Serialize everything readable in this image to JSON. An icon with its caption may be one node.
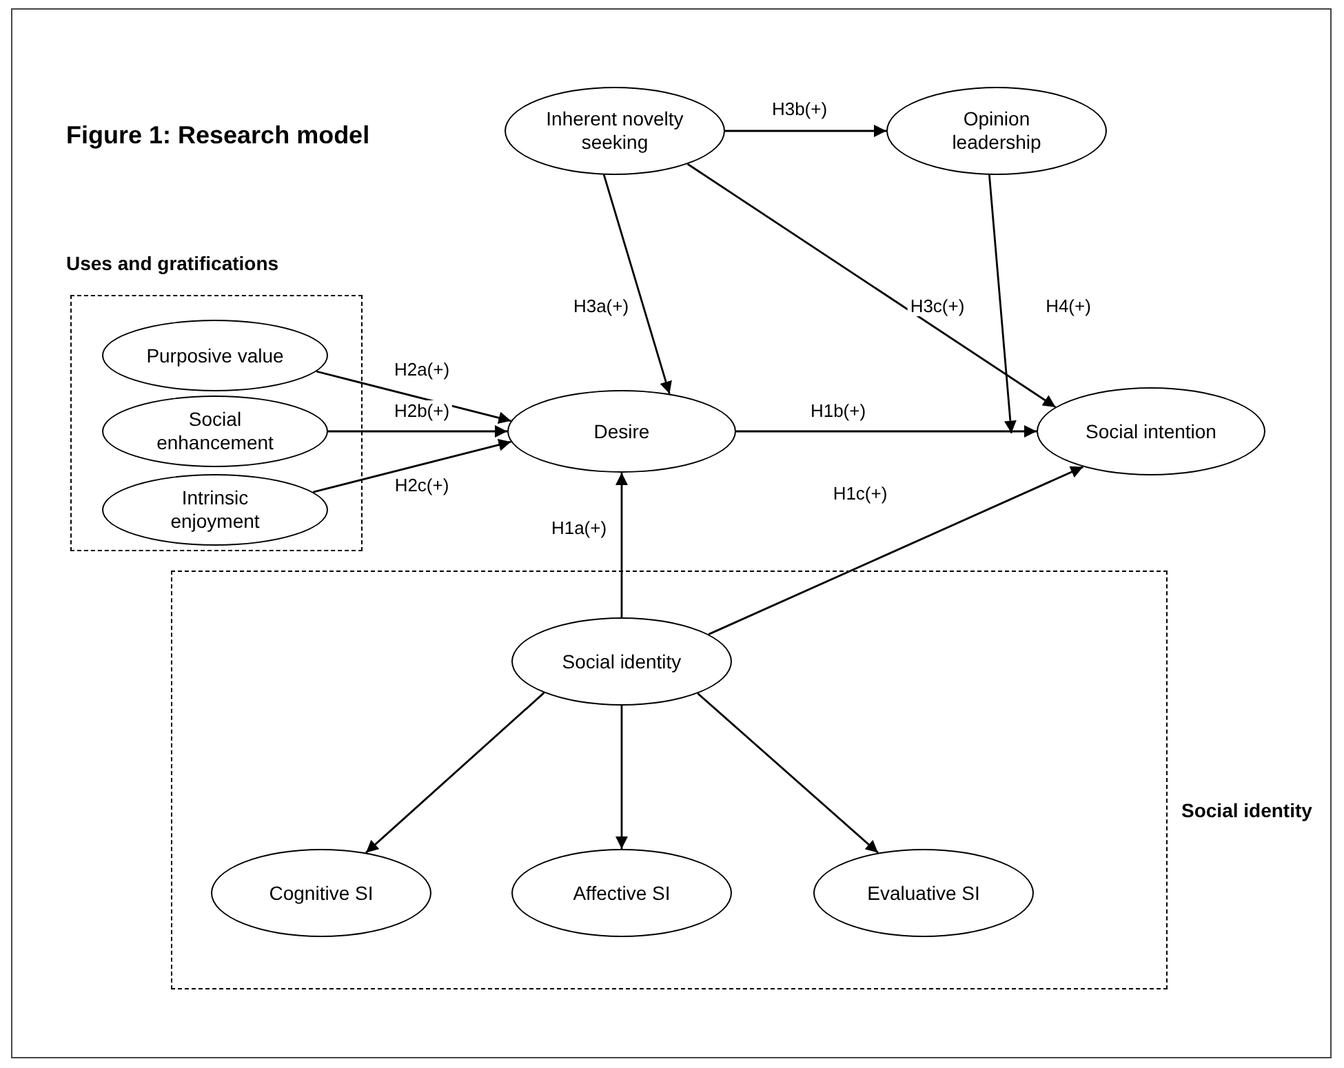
{
  "diagram": {
    "title": "Figure 1: Research model",
    "nodes": [
      {
        "text": [
          "Uses and gratifications"
        ]
      },
      {
        "text": [
          "Purposive value"
        ],
        "in": 0
      },
      {
        "text": [
          "Social enhancement"
        ],
        "in": 0
      },
      {
        "text": [
          "Intrinsic enjoyment"
        ],
        "in": 0
      },
      {
        "text": [
          "Inherent novelty seeking"
        ]
      },
      {
        "text": [
          "Opinion leadership"
        ]
      },
      {
        "text": [
          "Desire"
        ]
      },
      {
        "text": [
          "Social intention"
        ]
      },
      {
        "text": [
          "Social identity"
        ]
      },
      {
        "text": [
          "Social identity"
        ],
        "in": 8
      },
      {
        "text": [
          "Cognitive SI"
        ],
        "in": 8
      },
      {
        "text": [
          "Affective SI"
        ],
        "in": 8
      },
      {
        "text": [
          "Evaluative SI"
        ],
        "in": 8
      }
    ],
    "edges": [
      {
        "from": 1,
        "to": 6,
        "arrow": "to",
        "label": "H2a(+)"
      },
      {
        "from": 2,
        "to": 6,
        "arrow": "to",
        "label": "H2b(+)"
      },
      {
        "from": 3,
        "to": 6,
        "arrow": "to",
        "label": "H2c(+)"
      },
      {
        "from": 4,
        "to": 6,
        "arrow": "to",
        "label": "H3a(+)"
      },
      {
        "from": 4,
        "to": 5,
        "arrow": "to",
        "label": "H3b(+)"
      },
      {
        "from": 4,
        "to": 7,
        "arrow": "to",
        "label": "H3c(+)"
      },
      {
        "from": 5,
        "to": 7,
        "arrow": "to",
        "label": "H4(+)"
      },
      {
        "from": 6,
        "to": 7,
        "arrow": "to",
        "label": "H1b(+)"
      },
      {
        "from": 9,
        "to": 6,
        "arrow": "to",
        "label": "H1a(+)"
      },
      {
        "from": 9,
        "to": 7,
        "arrow": "to",
        "label": "H1c(+)"
      },
      {
        "from": 9,
        "to": 10,
        "arrow": "to"
      },
      {
        "from": 9,
        "to": 11,
        "arrow": "to"
      },
      {
        "from": 9,
        "to": 12,
        "arrow": "to"
      }
    ]
  }
}
